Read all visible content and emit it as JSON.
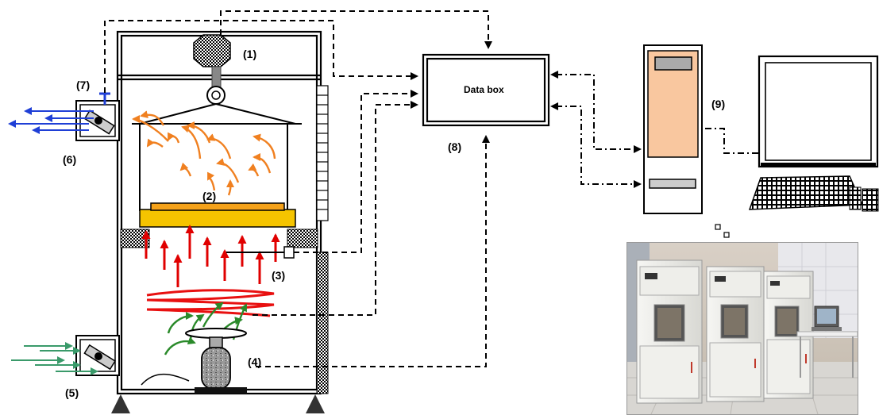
{
  "labels": {
    "l1": "(1)",
    "l2": "(2)",
    "l3": "(3)",
    "l4": "(4)",
    "l5": "(5)",
    "l6": "(6)",
    "l7": "(7)",
    "l8": "(8)",
    "l9": "(9)",
    "data_box": "Data box"
  },
  "colors": {
    "outflow_arrows": "#1f3fd6",
    "inflow_arrows": "#3a9a6a",
    "convection_arrows": "#f08020",
    "heat_arrows": "#e00000",
    "heater_coil": "#e81010",
    "vapor_arrows": "#2a8a2a",
    "sample_tray": "#f5c400",
    "sample": "#f5a21a",
    "computer_tower": "#f9c79f"
  }
}
